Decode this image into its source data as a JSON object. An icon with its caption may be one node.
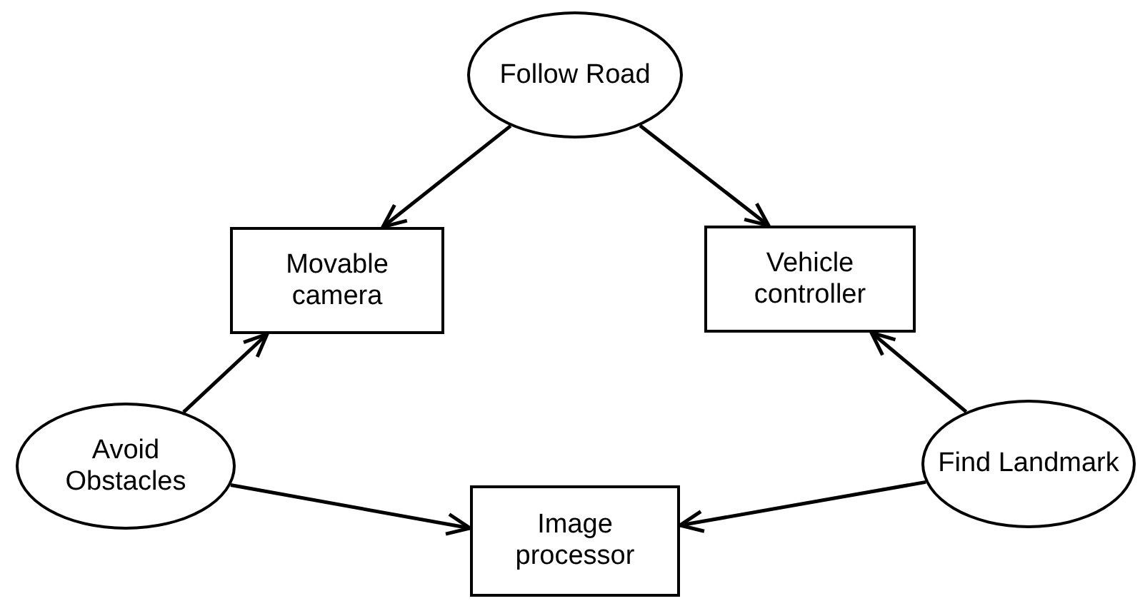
{
  "diagram": {
    "nodes": [
      {
        "text": [
          "Follow Road"
        ]
      },
      {
        "text": [
          "Movable camera"
        ]
      },
      {
        "text": [
          "Vehicle controller"
        ]
      },
      {
        "text": [
          "Avoid Obstacles"
        ]
      },
      {
        "text": [
          "Find Landmark"
        ]
      },
      {
        "text": [
          "Image processor"
        ]
      }
    ],
    "edges": [
      {
        "from": 0,
        "to": 1,
        "arrow": "to"
      },
      {
        "from": 0,
        "to": 2,
        "arrow": "to"
      },
      {
        "from": 3,
        "to": 1,
        "arrow": "to"
      },
      {
        "from": 3,
        "to": 5,
        "arrow": "to"
      },
      {
        "from": 4,
        "to": 2,
        "arrow": "to"
      },
      {
        "from": 4,
        "to": 5,
        "arrow": "to"
      }
    ]
  }
}
